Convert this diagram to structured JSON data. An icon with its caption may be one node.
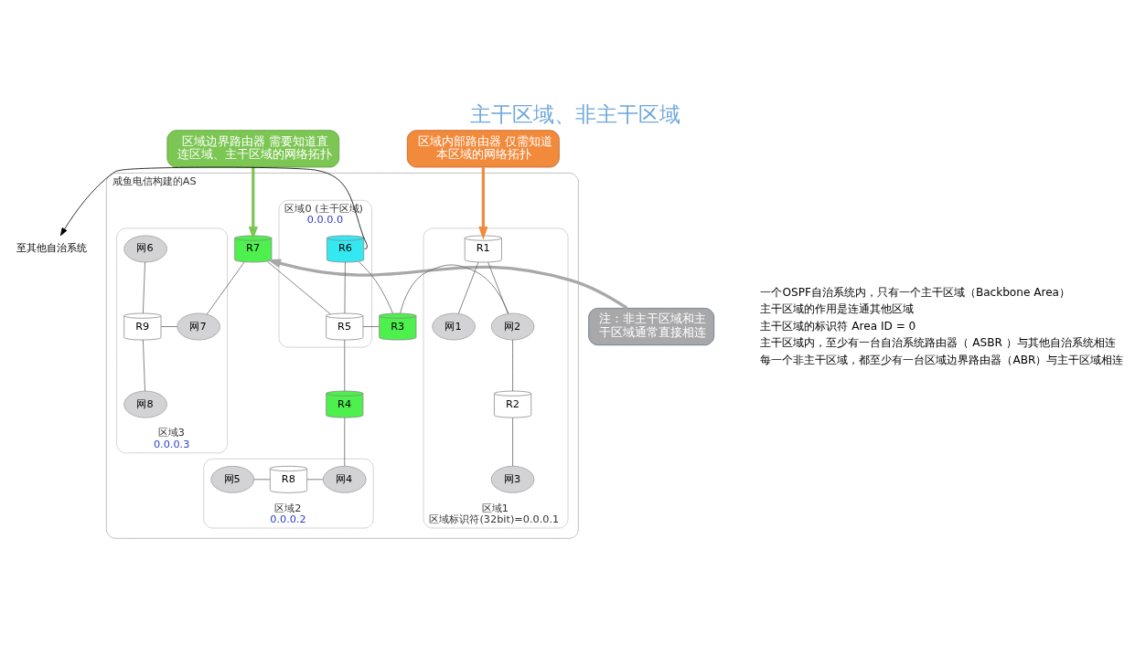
{
  "diagram": {
    "title": "主干区域、非主干区域",
    "nodes": [
      {
        "text": [
          "咸鱼电信构建的AS"
        ]
      },
      {
        "text": [
          "区域1",
          "区域标识符(32bit)=0.0.0.1"
        ],
        "in": 0
      },
      {
        "text": [
          "R1"
        ],
        "in": 1
      },
      {
        "text": [
          "网1"
        ],
        "in": 1
      },
      {
        "text": [
          "网2"
        ],
        "in": 1
      },
      {
        "text": [
          "R2"
        ],
        "in": 1
      },
      {
        "text": [
          "网3"
        ],
        "in": 1
      },
      {
        "text": [
          "区域0 (主干区域)",
          "0.0.0.0"
        ],
        "in": 0
      },
      {
        "text": [
          "R3"
        ],
        "in": 0
      },
      {
        "text": [
          "R6"
        ],
        "in": 7
      },
      {
        "text": [
          "R5"
        ],
        "in": 7
      },
      {
        "text": [
          "R7"
        ],
        "in": 0
      },
      {
        "text": [
          "R4"
        ],
        "in": 0
      },
      {
        "text": [
          "区域2",
          "0.0.0.2"
        ],
        "in": 0
      },
      {
        "text": [
          "网5"
        ],
        "in": 13
      },
      {
        "text": [
          "R8"
        ],
        "in": 13
      },
      {
        "text": [
          "网4"
        ],
        "in": 13
      },
      {
        "text": [
          "区域3",
          "0.0.0.3"
        ],
        "in": 0
      },
      {
        "text": [
          "网6"
        ],
        "in": 17
      },
      {
        "text": [
          "网7"
        ],
        "in": 17
      },
      {
        "text": [
          "R9"
        ],
        "in": 17
      },
      {
        "text": [
          "网8"
        ],
        "in": 17
      },
      {
        "text": [
          "至其他自治系统"
        ]
      },
      {
        "text": [
          "区域内部路由器 仅需知道本区域的网络拓扑"
        ]
      },
      {
        "text": [
          "区域边界路由器 需要知道直连区域、主干区域的网络拓扑"
        ]
      },
      {
        "text": [
          "注：非主干区域和主干区域通常直接相连"
        ]
      }
    ],
    "edges": [
      {
        "from": 2,
        "to": 3,
        "arrow": "none"
      },
      {
        "from": 2,
        "to": 4,
        "arrow": "none"
      },
      {
        "from": 4,
        "to": 5,
        "arrow": "none"
      },
      {
        "from": 5,
        "to": 6,
        "arrow": "none"
      },
      {
        "from": 8,
        "to": 4,
        "arrow": "none"
      },
      {
        "from": 9,
        "to": 8,
        "arrow": "none"
      },
      {
        "from": 10,
        "to": 8,
        "arrow": "none"
      },
      {
        "from": 9,
        "to": 10,
        "arrow": "none"
      },
      {
        "from": 11,
        "to": 10,
        "arrow": "none"
      },
      {
        "from": 10,
        "to": 12,
        "arrow": "none"
      },
      {
        "from": 12,
        "to": 16,
        "arrow": "none"
      },
      {
        "from": 14,
        "to": 15,
        "arrow": "none"
      },
      {
        "from": 15,
        "to": 16,
        "arrow": "none"
      },
      {
        "from": 11,
        "to": 19,
        "arrow": "none"
      },
      {
        "from": 20,
        "to": 19,
        "arrow": "none"
      },
      {
        "from": 18,
        "to": 20,
        "arrow": "none"
      },
      {
        "from": 20,
        "to": 21,
        "arrow": "none"
      },
      {
        "from": 9,
        "to": 22,
        "arrow": "to",
        "color": "#000000"
      },
      {
        "from": 23,
        "to": 2,
        "arrow": "to",
        "style": "thick",
        "color": "#f28a3c"
      },
      {
        "from": 24,
        "to": 11,
        "arrow": "to",
        "style": "thick",
        "color": "#7cc653"
      },
      {
        "from": 25,
        "to": 11,
        "arrow": "to",
        "style": "thick",
        "color": "#a8a8ab"
      }
    ],
    "labels": [
      "一个OSPF自治系统内，只有一个主干区域（Backbone Area）",
      "主干区域的作用是连通其他区域",
      "主干区域的标识符 Area ID = 0",
      "主干区域内，至少有一台自治系统路由器（ ASBR ）与其他自治系统相连",
      "每一个非主干区域，都至少有一台区域边界路由器（ABR）与主干区域相连"
    ]
  }
}
